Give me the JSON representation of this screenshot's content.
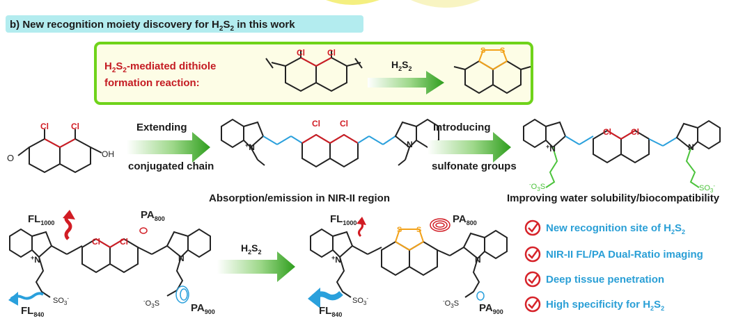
{
  "header": {
    "prefix": "b) New recognition moiety discovery for H",
    "sub1": "2",
    "mid": "S",
    "sub2": "2",
    "suffix": " in this work"
  },
  "box": {
    "title_line1_pre": "H",
    "title_line1_sub1": "2",
    "title_line1_mid": "S",
    "title_line1_sub2": "2",
    "title_line1_post": "-mediated dithiole",
    "title_line2": "formation reaction:",
    "reagent_h": "H",
    "reagent_sub1": "2",
    "reagent_s": "S",
    "reagent_sub2": "2"
  },
  "atoms": {
    "cl": "Cl",
    "s": "S",
    "o": "O",
    "oh": "OH",
    "n": "N",
    "n_plus": "+",
    "so3": "SO",
    "so3_sub": "3",
    "so3_charge": "-",
    "o3s": "O",
    "o3s_sub": "3",
    "o3s_s": "S"
  },
  "row2": {
    "arrow1_top": "Extending",
    "arrow1_bottom": "conjugated chain",
    "arrow2_top": "Introducing",
    "arrow2_bottom": "sulfonate groups",
    "caption1": "Absorption/emission in NIR-II region",
    "caption2": "Improving water solubility/biocompatibility"
  },
  "row3": {
    "fl": "FL",
    "fl1000": "1000",
    "fl840": "840",
    "pa": "PA",
    "pa800": "800",
    "pa900": "900",
    "reagent_h": "H",
    "reagent_sub1": "2",
    "reagent_s": "S",
    "reagent_sub2": "2"
  },
  "features": [
    {
      "text": "New recognition site of H",
      "tail": "2",
      "tail2": "S",
      "tail3": "2"
    },
    {
      "text": "NIR-II FL/PA Dual-Ratio imaging",
      "tail": "",
      "tail2": "",
      "tail3": ""
    },
    {
      "text": "Deep tissue penetration",
      "tail": "",
      "tail2": "",
      "tail3": ""
    },
    {
      "text": "High specificity for H",
      "tail": "2",
      "tail2": "S",
      "tail3": "2"
    }
  ],
  "colors": {
    "header_bg": "#b3ecef",
    "box_border": "#6fd31a",
    "box_bg": "#fdfde6",
    "red": "#d11c24",
    "orange": "#f2a21a",
    "blue": "#2aa0dc",
    "green_arrow": "#3fae2a",
    "feature_text": "#2a9fd6",
    "check_red": "#d6232a"
  }
}
